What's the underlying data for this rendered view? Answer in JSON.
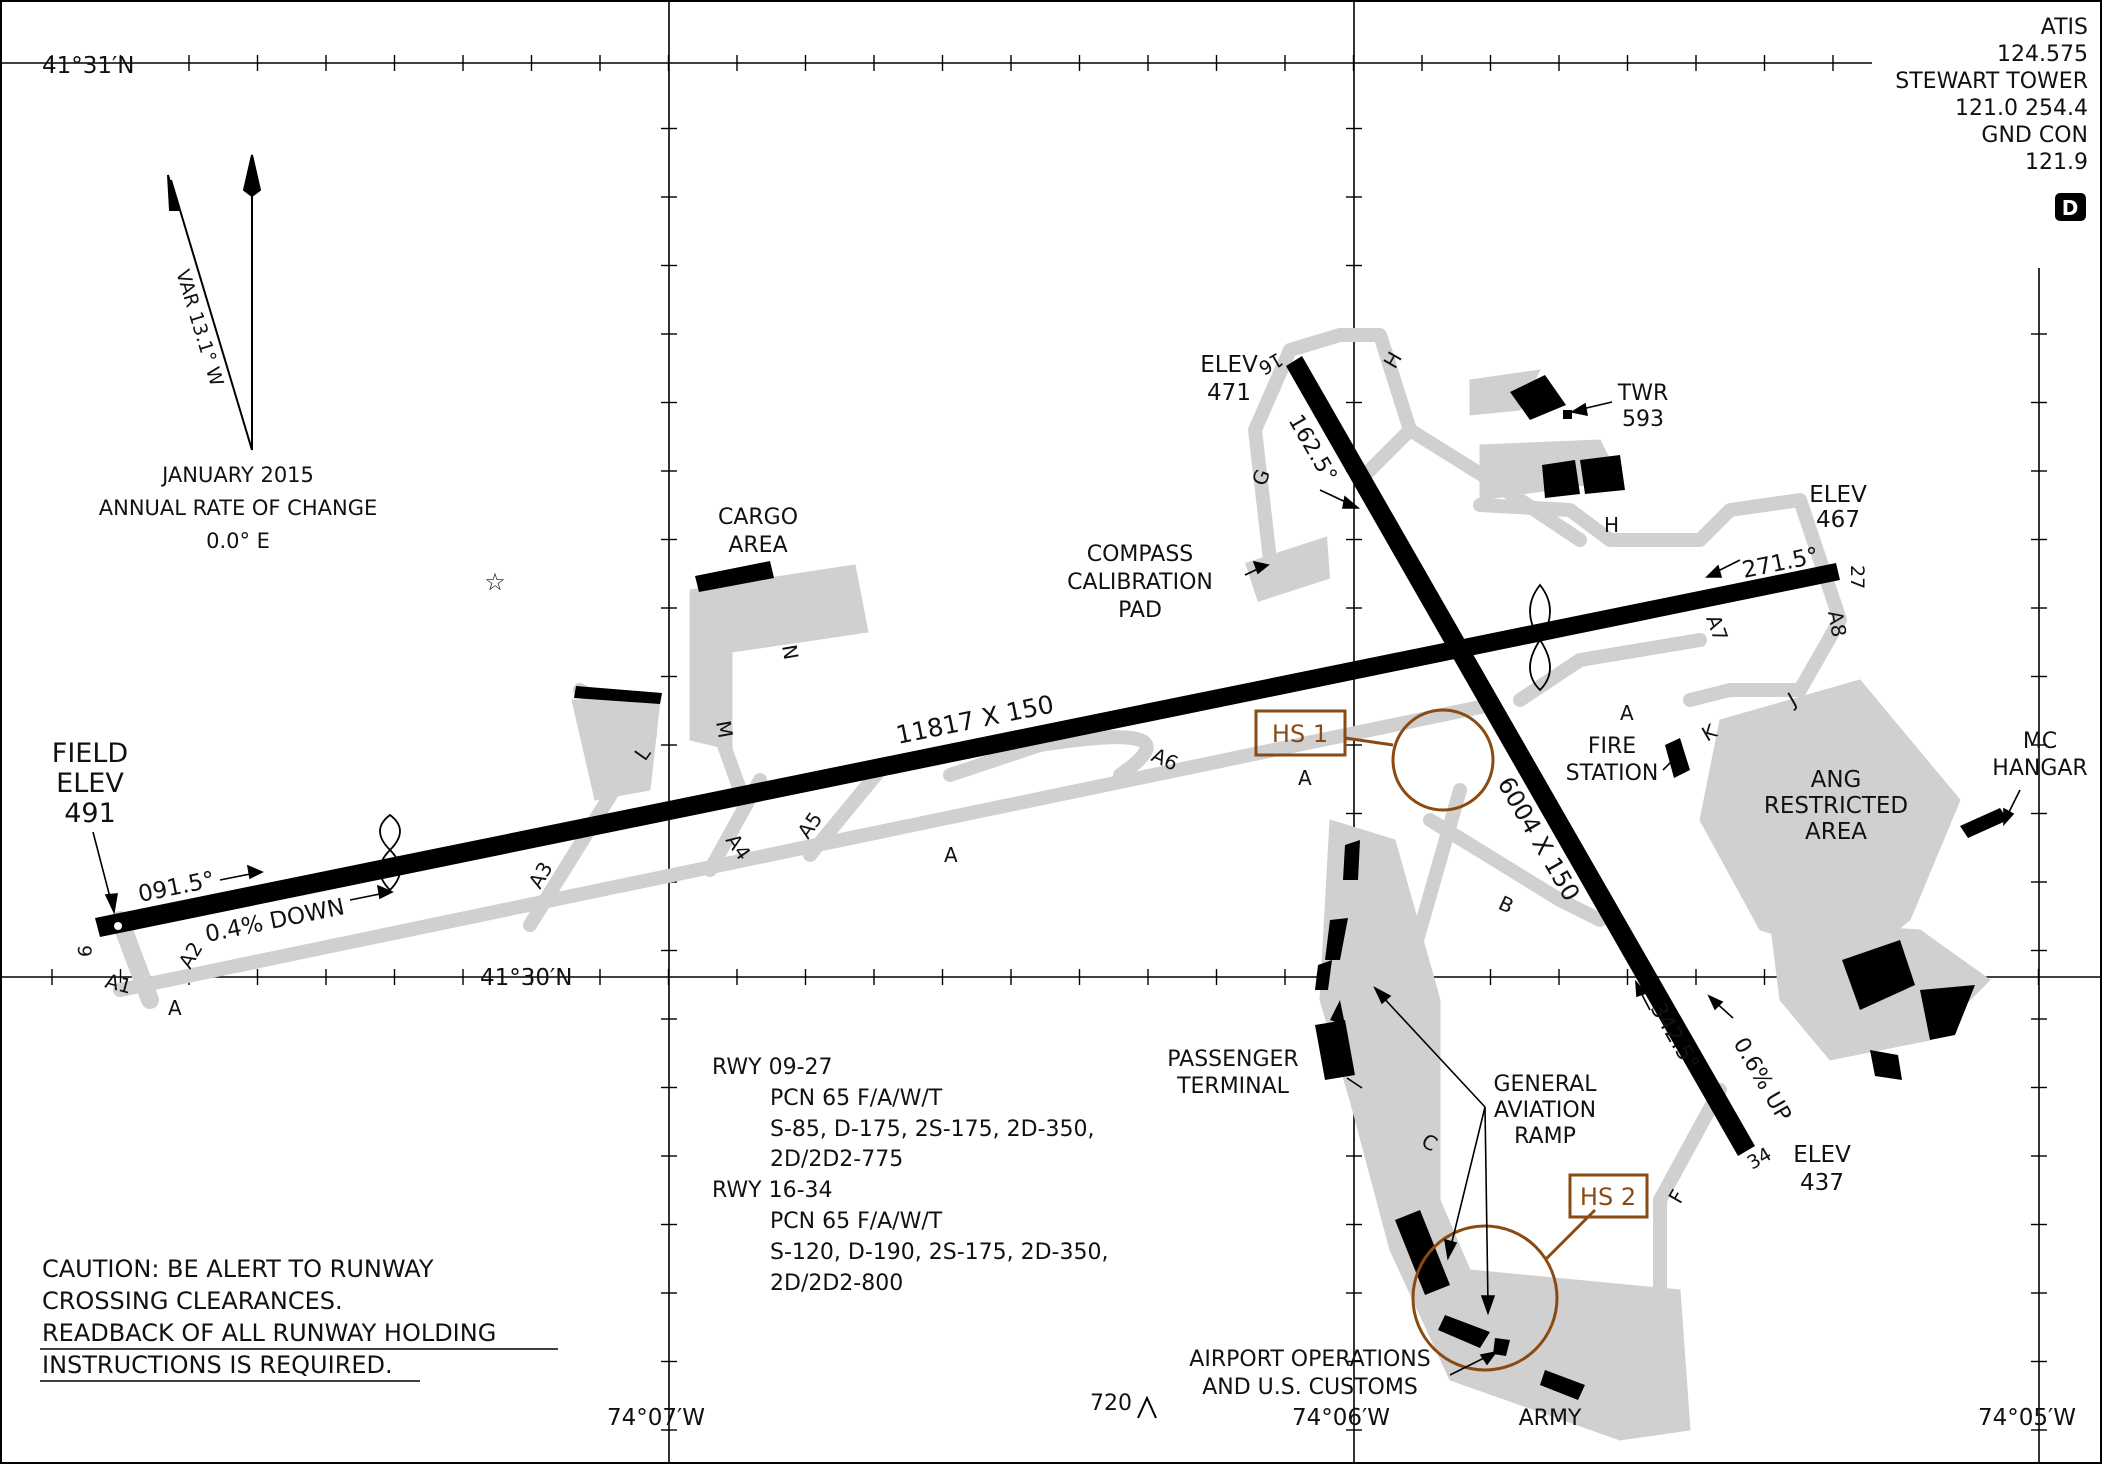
{
  "coordinates": {
    "lat_top": "41°31′N",
    "lat_mid": "41°30′N",
    "lon_left": "74°07′W",
    "lon_mid": "74°06′W",
    "lon_right": "74°05′W"
  },
  "frequencies": {
    "atis_label": "ATIS",
    "atis_freq": "124.575",
    "tower_label": "STEWART TOWER",
    "tower_freq": "121.0  254.4",
    "gnd_label": "GND CON",
    "gnd_freq": "121.9",
    "airspace_badge": "D"
  },
  "magnetic": {
    "variation": "VAR 13.1° W",
    "epoch": "JANUARY 2015",
    "rate_label": "ANNUAL RATE OF CHANGE",
    "rate_value": "0.0° E"
  },
  "field": {
    "label1": "FIELD",
    "label2": "ELEV",
    "value": "491"
  },
  "runways": {
    "rwy_9_27": {
      "dimensions": "11817 X 150",
      "end_9": "9",
      "end_27": "27",
      "heading_9": "091.5°",
      "heading_27": "271.5°",
      "slope": "0.4% DOWN",
      "elev_27_label": "ELEV",
      "elev_27": "467"
    },
    "rwy_16_34": {
      "dimensions": "6004 X 150",
      "end_16": "16",
      "end_34": "34",
      "heading_16": "162.5°",
      "heading_34": "342.5°",
      "slope": "0.6% UP",
      "elev_16_label": "ELEV",
      "elev_16": "471",
      "elev_34_label": "ELEV",
      "elev_34": "437"
    }
  },
  "taxiways": [
    "A",
    "A1",
    "A2",
    "A3",
    "A4",
    "A5",
    "A6",
    "A7",
    "A8",
    "B",
    "C",
    "F",
    "G",
    "H",
    "J",
    "K",
    "L",
    "M",
    "N"
  ],
  "facilities": {
    "tower_label": "TWR",
    "tower_elev": "593",
    "cargo_1": "CARGO",
    "cargo_2": "AREA",
    "compass_1": "COMPASS",
    "compass_2": "CALIBRATION",
    "compass_3": "PAD",
    "fire_1": "FIRE",
    "fire_2": "STATION",
    "ang_1": "ANG",
    "ang_2": "RESTRICTED",
    "ang_3": "AREA",
    "mc_1": "MC",
    "mc_2": "HANGAR",
    "pax_1": "PASSENGER",
    "pax_2": "TERMINAL",
    "ga_1": "GENERAL",
    "ga_2": "AVIATION",
    "ga_3": "RAMP",
    "ops_1": "AIRPORT OPERATIONS",
    "ops_2": "AND U.S. CUSTOMS",
    "army": "ARMY",
    "obstacle": "720"
  },
  "hotspots": [
    "HS 1",
    "HS 2"
  ],
  "pavement": {
    "rwy1_title": "RWY 09-27",
    "rwy1_pcn": "PCN 65 F/A/W/T",
    "rwy1_line1": "S-85, D-175, 2S-175, 2D-350,",
    "rwy1_line2": "2D/2D2-775",
    "rwy2_title": "RWY 16-34",
    "rwy2_pcn": "PCN 65 F/A/W/T",
    "rwy2_line1": "S-120, D-190, 2S-175, 2D-350,",
    "rwy2_line2": "2D/2D2-800"
  },
  "caution": {
    "line1": "CAUTION: BE ALERT TO RUNWAY",
    "line2": "CROSSING CLEARANCES.",
    "line3": "READBACK OF ALL RUNWAY HOLDING",
    "line4": "INSTRUCTIONS IS REQUIRED."
  },
  "colors": {
    "runway": "#000000",
    "pavement": "#d0d0d0",
    "hotspot": "#8a4a12",
    "grid": "#000000"
  }
}
